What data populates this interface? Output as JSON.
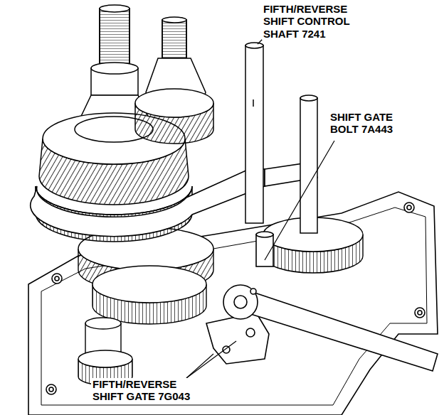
{
  "diagram": {
    "labels": [
      "FIFTH/REVERSE SHIFT CONTROL SHAFT 7241",
      "SHIFT GATE BOLT 7A443",
      "FIFTH/REVERSE SHIFT GATE 7G043"
    ]
  }
}
